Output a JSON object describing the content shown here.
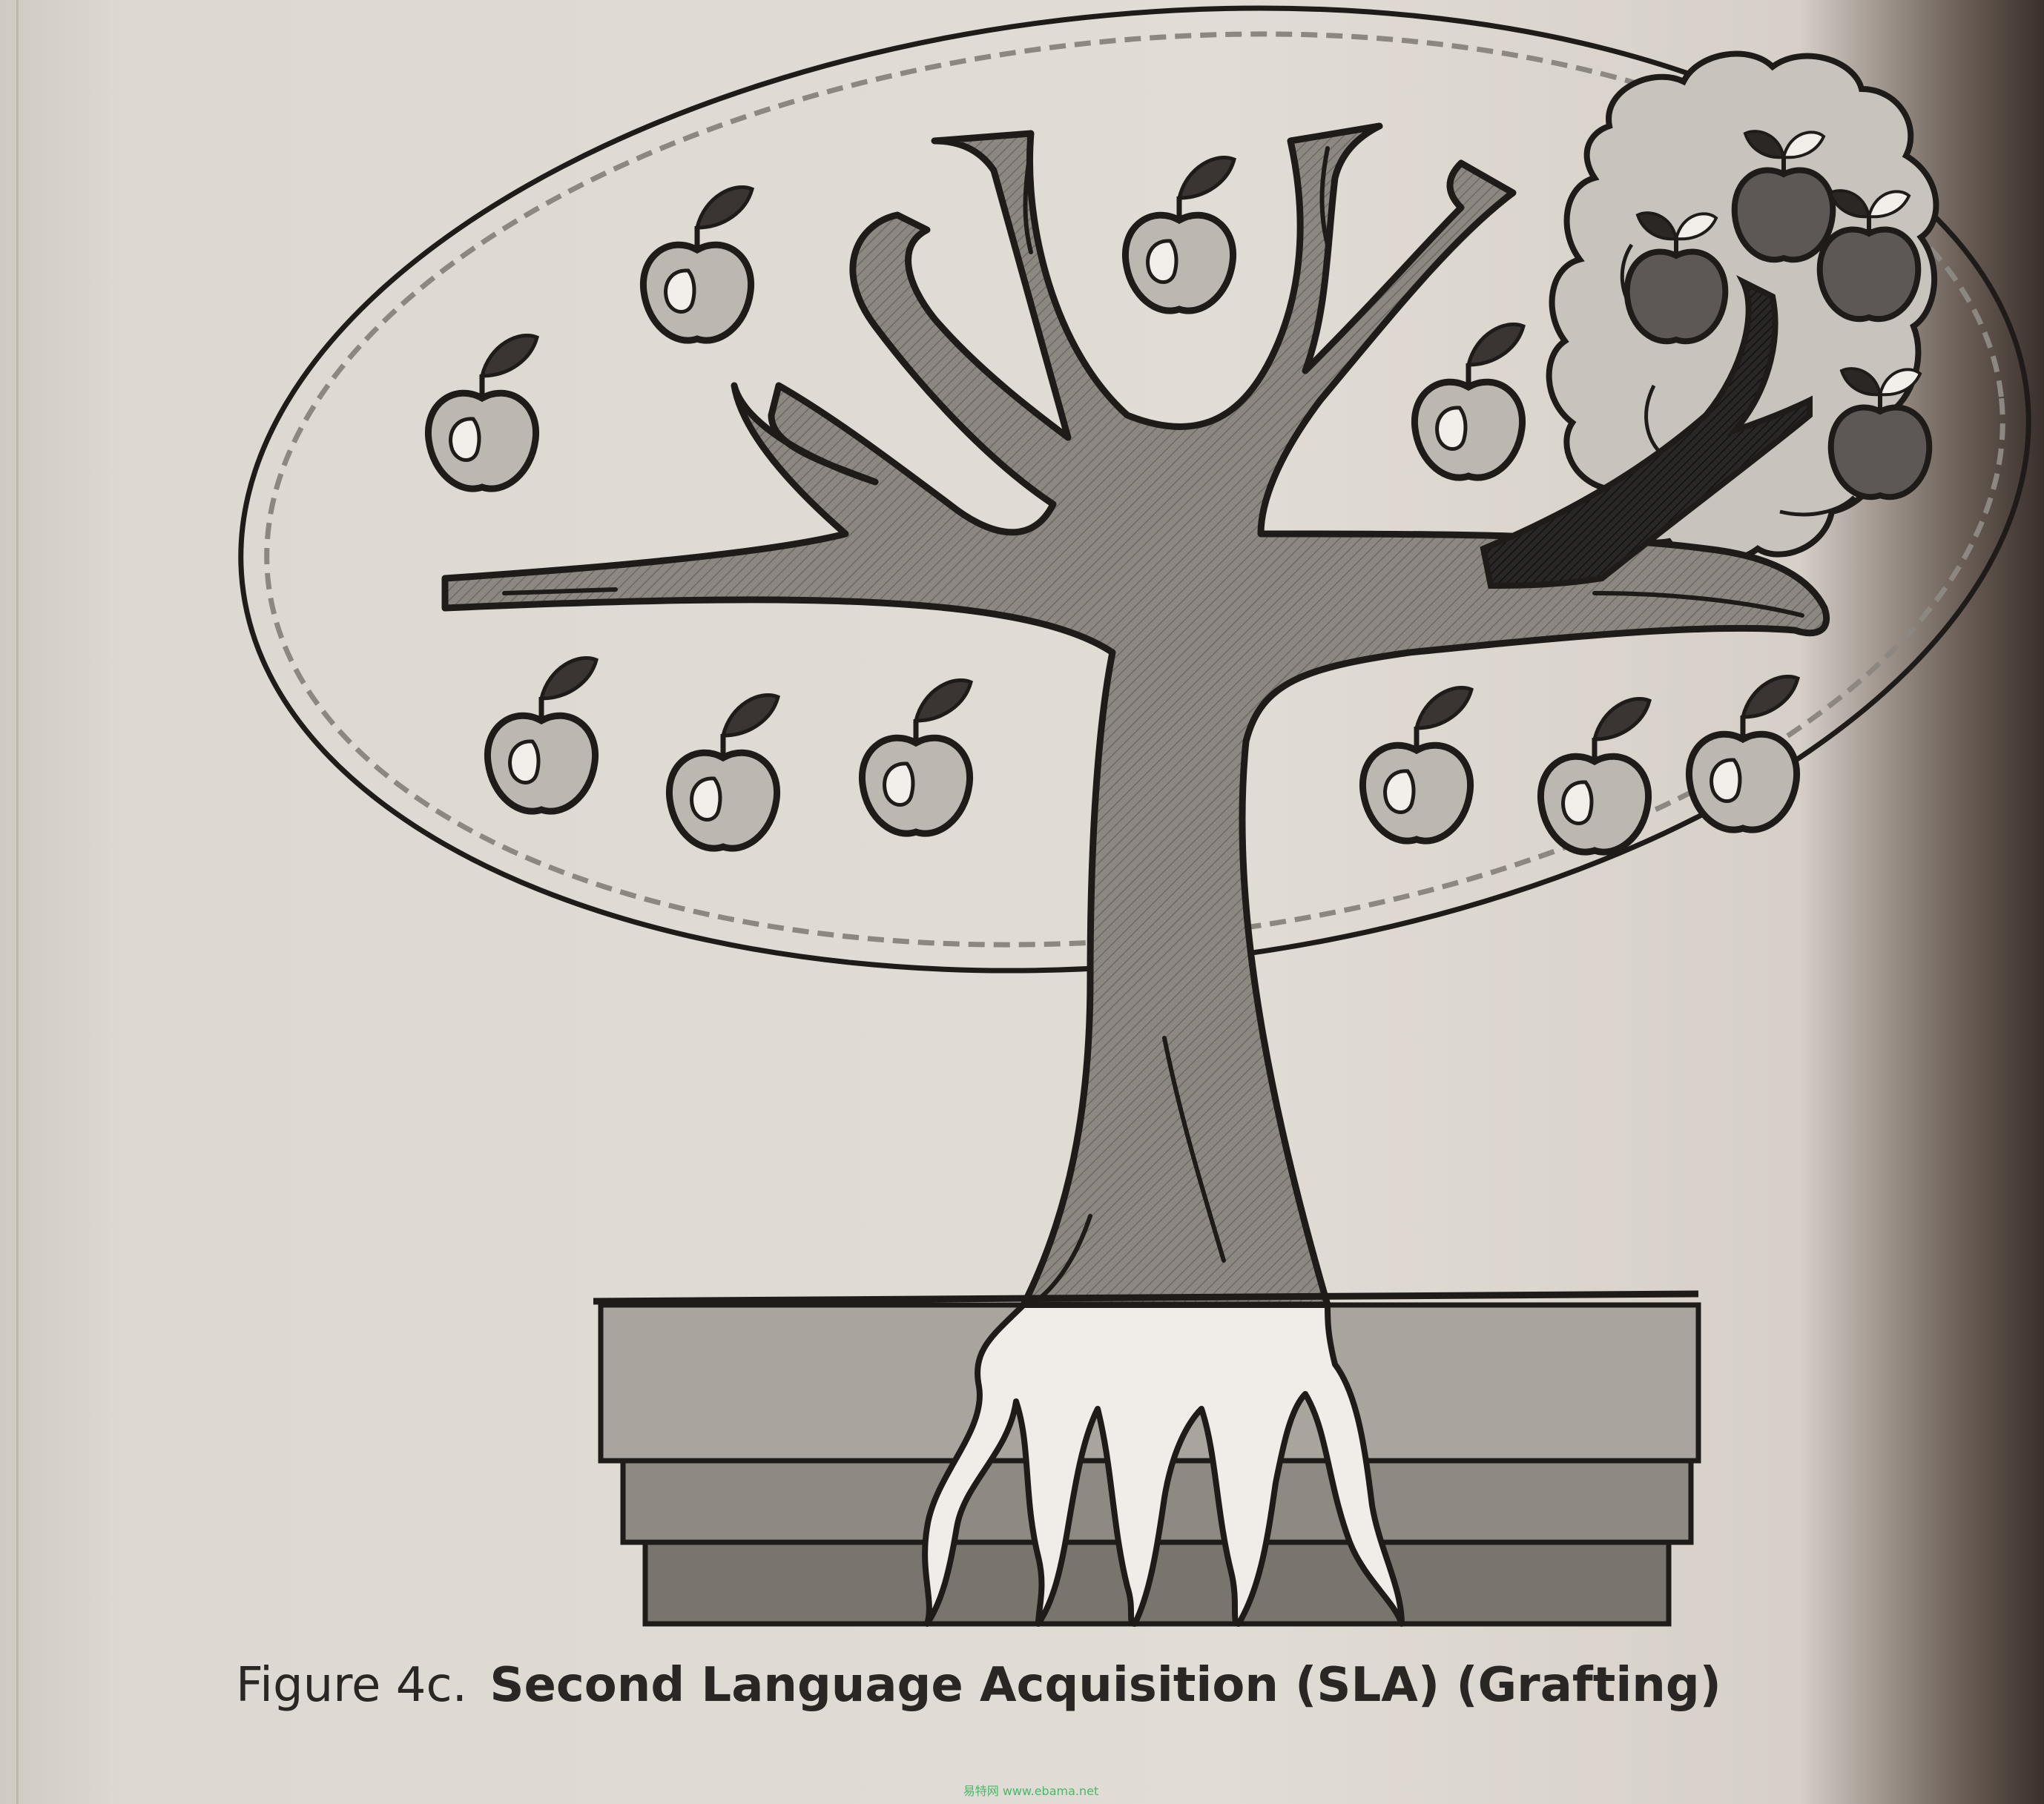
{
  "figure": {
    "label": "Figure 4c.",
    "title": "Second Language Acquisition (SLA) (Grafting)"
  },
  "watermark": {
    "text": "易特网 www.ebama.net"
  },
  "colors": {
    "outline": "#1e1b19",
    "trunk": "#8a8480",
    "graft_branch": "#1f1c1b",
    "pot_top": "#aaa49e",
    "pot_middle": "#8f8984",
    "pot_bottom": "#7a746f",
    "apple_light": "#bdb7b1",
    "fruit_dark": "#5d5855",
    "foliage": "#c8c3bd"
  },
  "icons": {
    "apple": "apple-icon",
    "graft_fruit": "fruit-icon",
    "roots": "roots-icon"
  }
}
